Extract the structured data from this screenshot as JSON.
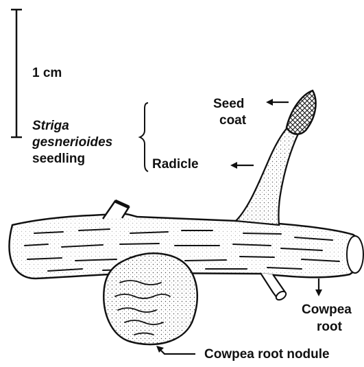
{
  "scale_bar": {
    "label": "1 cm"
  },
  "seedling": {
    "species_line1": "Striga",
    "species_line2": "gesnerioides",
    "species_line3": "seedling"
  },
  "labels": {
    "seed_coat_line1": "Seed",
    "seed_coat_line2": "coat",
    "radicle": "Radicle",
    "cowpea_root_line1": "Cowpea",
    "cowpea_root_line2": "root",
    "cowpea_root_nodule": "Cowpea root nodule"
  },
  "colors": {
    "ink": "#111111",
    "paper": "#ffffff"
  }
}
